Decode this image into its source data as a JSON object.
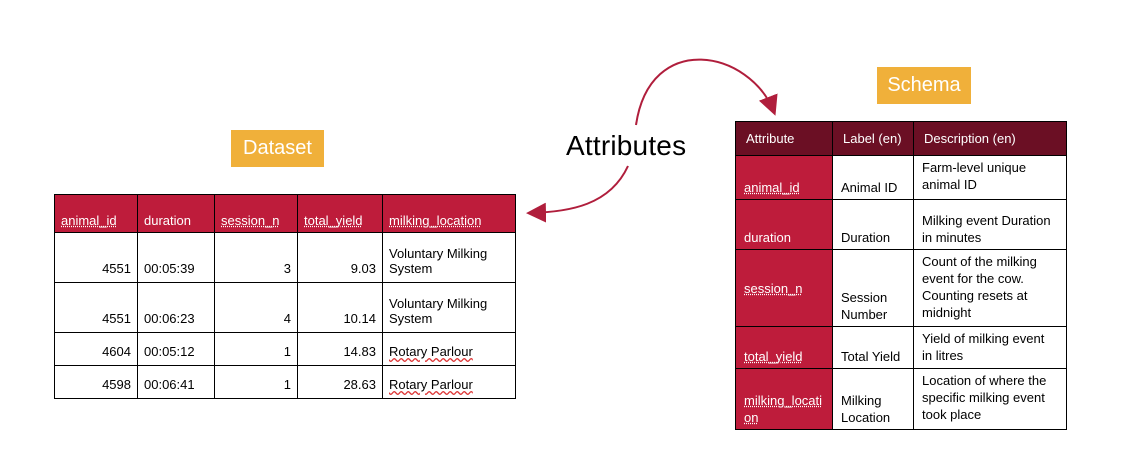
{
  "dataset_label": "Dataset",
  "schema_label": "Schema",
  "attributes_label": "Attributes",
  "colors": {
    "header_red": "#be1c3b",
    "schema_header": "#6b0f24",
    "label_orange": "#f0b03a",
    "arrow": "#b01e3c"
  },
  "dataset": {
    "headers": [
      "animal_id",
      "duration",
      "session_n",
      "total_yield",
      "milking_location"
    ],
    "rows": [
      [
        "4551",
        "00:05:39",
        "3",
        "9.03",
        "Voluntary Milking System"
      ],
      [
        "4551",
        "00:06:23",
        "4",
        "10.14",
        "Voluntary Milking System"
      ],
      [
        "4604",
        "00:05:12",
        "1",
        "14.83",
        "Rotary Parlour"
      ],
      [
        "4598",
        "00:06:41",
        "1",
        "28.63",
        "Rotary Parlour"
      ]
    ]
  },
  "schema": {
    "headers": [
      "Attribute",
      "Label (en)",
      "Description (en)"
    ],
    "rows": [
      [
        "animal_id",
        "Animal ID",
        "Farm-level unique animal ID"
      ],
      [
        "duration",
        "Duration",
        "Milking event Duration in minutes"
      ],
      [
        "session_n",
        "Session Number",
        "Count of the milking event for the cow. Counting resets at midnight"
      ],
      [
        "total_yield",
        "Total Yield",
        "Yield of milking event in litres"
      ],
      [
        "milking_location",
        "Milking Location",
        "Location of where the specific milking event took place"
      ]
    ]
  }
}
